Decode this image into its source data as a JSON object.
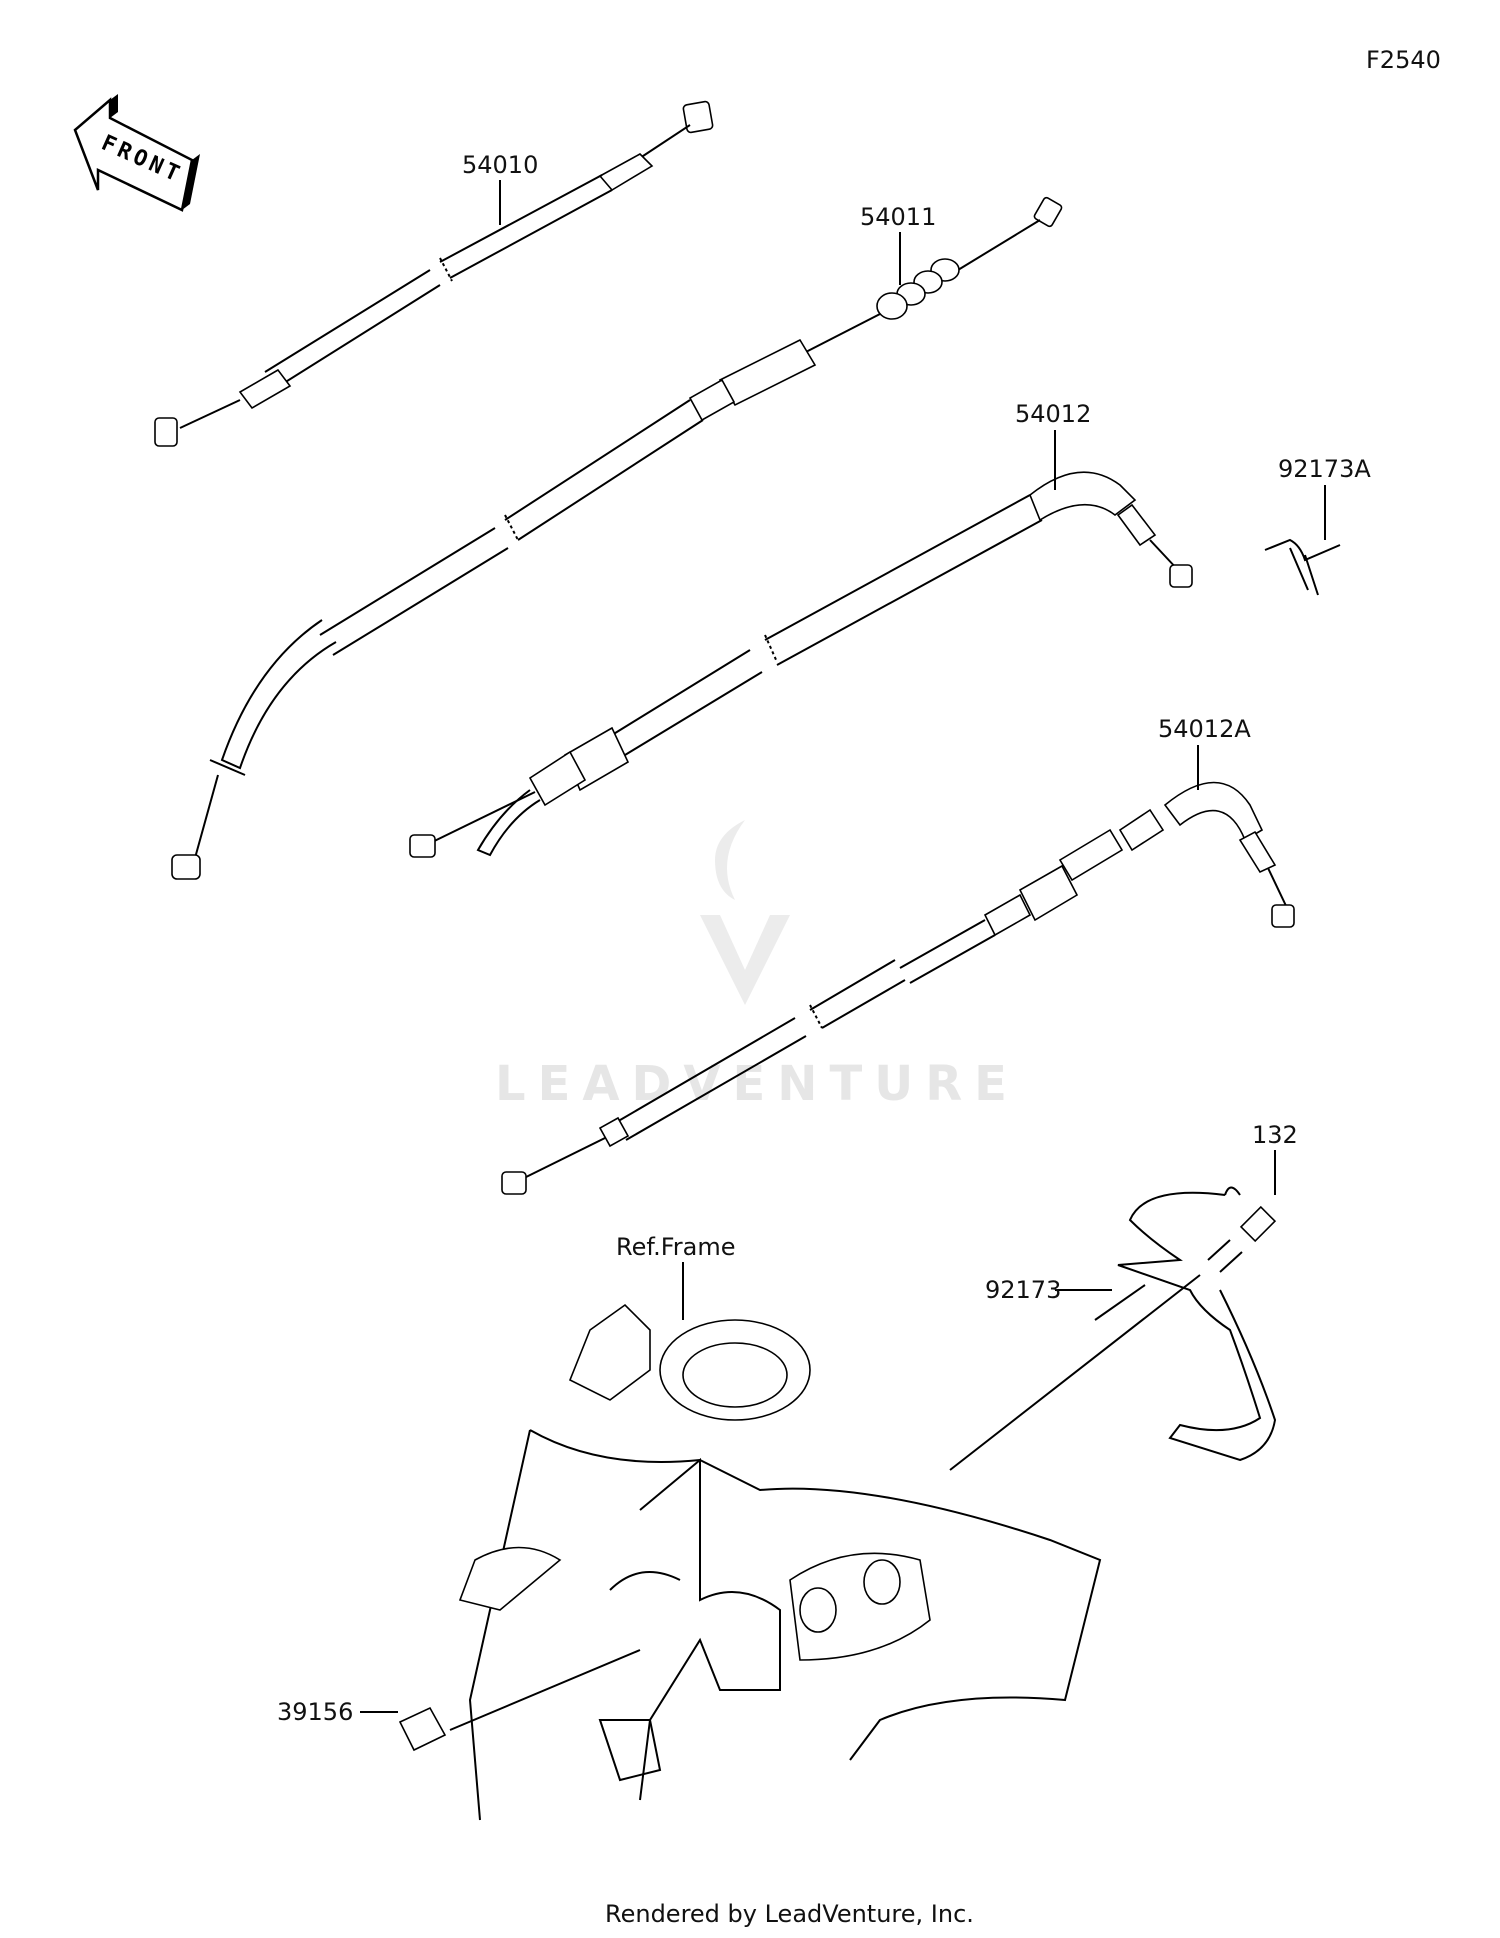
{
  "diagram_id": "F2540",
  "parts": [
    {
      "number": "54010"
    },
    {
      "number": "54011"
    },
    {
      "number": "54012"
    },
    {
      "number": "54012A"
    },
    {
      "number": "92173A"
    },
    {
      "number": "132"
    },
    {
      "number": "92173"
    },
    {
      "number": "39156"
    }
  ],
  "reference_label": "Ref.Frame",
  "front_arrow_text": "FRONT",
  "watermark": "LEADVENTURE",
  "footer": "Rendered by LeadVenture, Inc."
}
